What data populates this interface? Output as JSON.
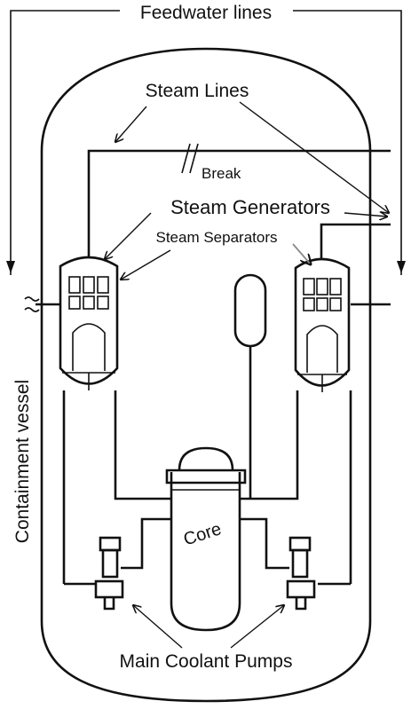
{
  "labels": {
    "feedwater": "Feedwater lines",
    "steam_lines": "Steam Lines",
    "break": "Break",
    "steam_generators": "Steam Generators",
    "steam_separators": "Steam Separators",
    "containment": "Containment vessel",
    "core": "Core",
    "pumps": "Main Coolant Pumps"
  },
  "colors": {
    "ink": "#111111",
    "separator_pointer": "#8a8a8a",
    "background": "#ffffff"
  }
}
